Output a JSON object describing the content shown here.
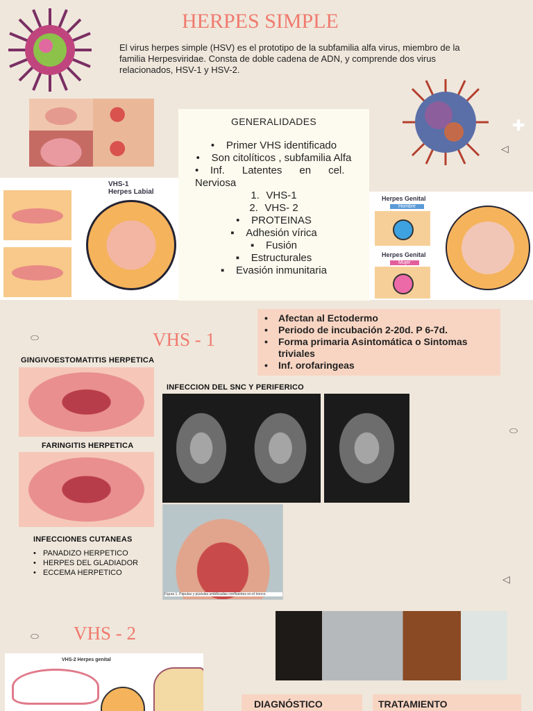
{
  "title": "HERPES SIMPLE",
  "intro": "El virus herpes simple (HSV) es el prototipo de la subfamilia alfa virus, miembro de la familia Herpesviridae. Consta de doble cadena de ADN, y comprende dos virus relacionados, HSV-1 y HSV-2.",
  "generalidades": {
    "heading": "GENERALIDADES",
    "items": [
      {
        "marker": "•",
        "text": "Primer VHS identificado"
      },
      {
        "marker": "•",
        "text": "Son citolíticos , subfamilia Alfa"
      },
      {
        "marker": "•",
        "text": "Inf.      Latentes      en      cel. Nerviosa"
      },
      {
        "marker": "1.",
        "text": "VHS-1"
      },
      {
        "marker": "2.",
        "text": "VHS- 2"
      },
      {
        "marker": "•",
        "text": "PROTEINAS"
      },
      {
        "marker": "▪",
        "text": "Adhesión vírica"
      },
      {
        "marker": "▪",
        "text": "Fusión"
      },
      {
        "marker": "▪",
        "text": "Estructurales"
      },
      {
        "marker": "▪",
        "text": "Evasión inmunitaria"
      }
    ]
  },
  "labial_figure": {
    "title": "VHS-1",
    "subtitle": "Herpes Labial"
  },
  "genital_figure": {
    "label_man": "Herpes Genital",
    "sub_man": "Hombre",
    "label_woman": "Herpes Genital",
    "sub_woman": "Mujer"
  },
  "vhs1": {
    "title": "VHS - 1",
    "facts": [
      "Afectan al Ectodermo",
      "Periodo de incubación 2-20d. P 6-7d.",
      "Forma primaria Asintomática o Sintomas triviales",
      "Inf. orofaringeas"
    ],
    "gingivo_caption": "GINGIVOESTOMATITIS HERPETICA",
    "faringitis_caption": "FARINGITIS HERPETICA",
    "snc_caption": "INFECCION DEL SNC Y PERIFERICO",
    "cutaneas_caption": "INFECCIONES CUTANEAS",
    "cutaneas_items": [
      "PANADIZO HERPETICO",
      "HERPES DEL GLADIADOR",
      "ECCEMA HERPETICO"
    ],
    "figure_caption": "Figura 1. Pápulas y pústulas umbilicadas confluentes en el tronco."
  },
  "vhs2": {
    "title": "VHS - 2",
    "figure_title": "VHS-2  Herpes genital",
    "diagnostico": "DIAGNÓSTICO",
    "tratamiento": "TRATAMIENTO"
  },
  "colors": {
    "background": "#efe7dc",
    "title": "#f07a6e",
    "salmon_box": "#f8d5c3",
    "card": "#fdfbef"
  }
}
